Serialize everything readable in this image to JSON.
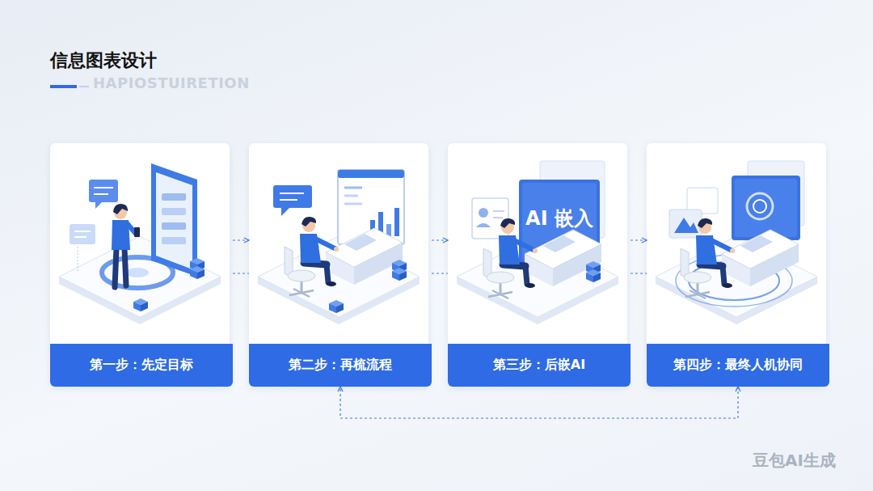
{
  "diagram": {
    "title": "信息图表设计",
    "nodes": [
      {
        "text": [
          "第一步：先定目标"
        ]
      },
      {
        "text": [
          "第二步：再梳流程"
        ]
      },
      {
        "text": [
          "第三步：后嵌AI"
        ]
      },
      {
        "text": [
          "第四步：最终人机协同"
        ]
      }
    ],
    "edges": [
      {
        "from": 0,
        "to": 1,
        "arrow": "to"
      },
      {
        "from": 1,
        "to": 2,
        "arrow": "to"
      },
      {
        "from": 2,
        "to": 3,
        "arrow": "to"
      },
      {
        "from": 0,
        "to": 1,
        "arrow": "none"
      },
      {
        "from": 1,
        "to": 2,
        "arrow": "none"
      },
      {
        "from": 2,
        "to": 3,
        "arrow": "none"
      },
      {
        "from": 3,
        "to": 1,
        "arrow": "both"
      }
    ],
    "labels": [
      "HAPIOSTUIRETION",
      "AI 嵌入",
      "豆包AI生成"
    ]
  }
}
